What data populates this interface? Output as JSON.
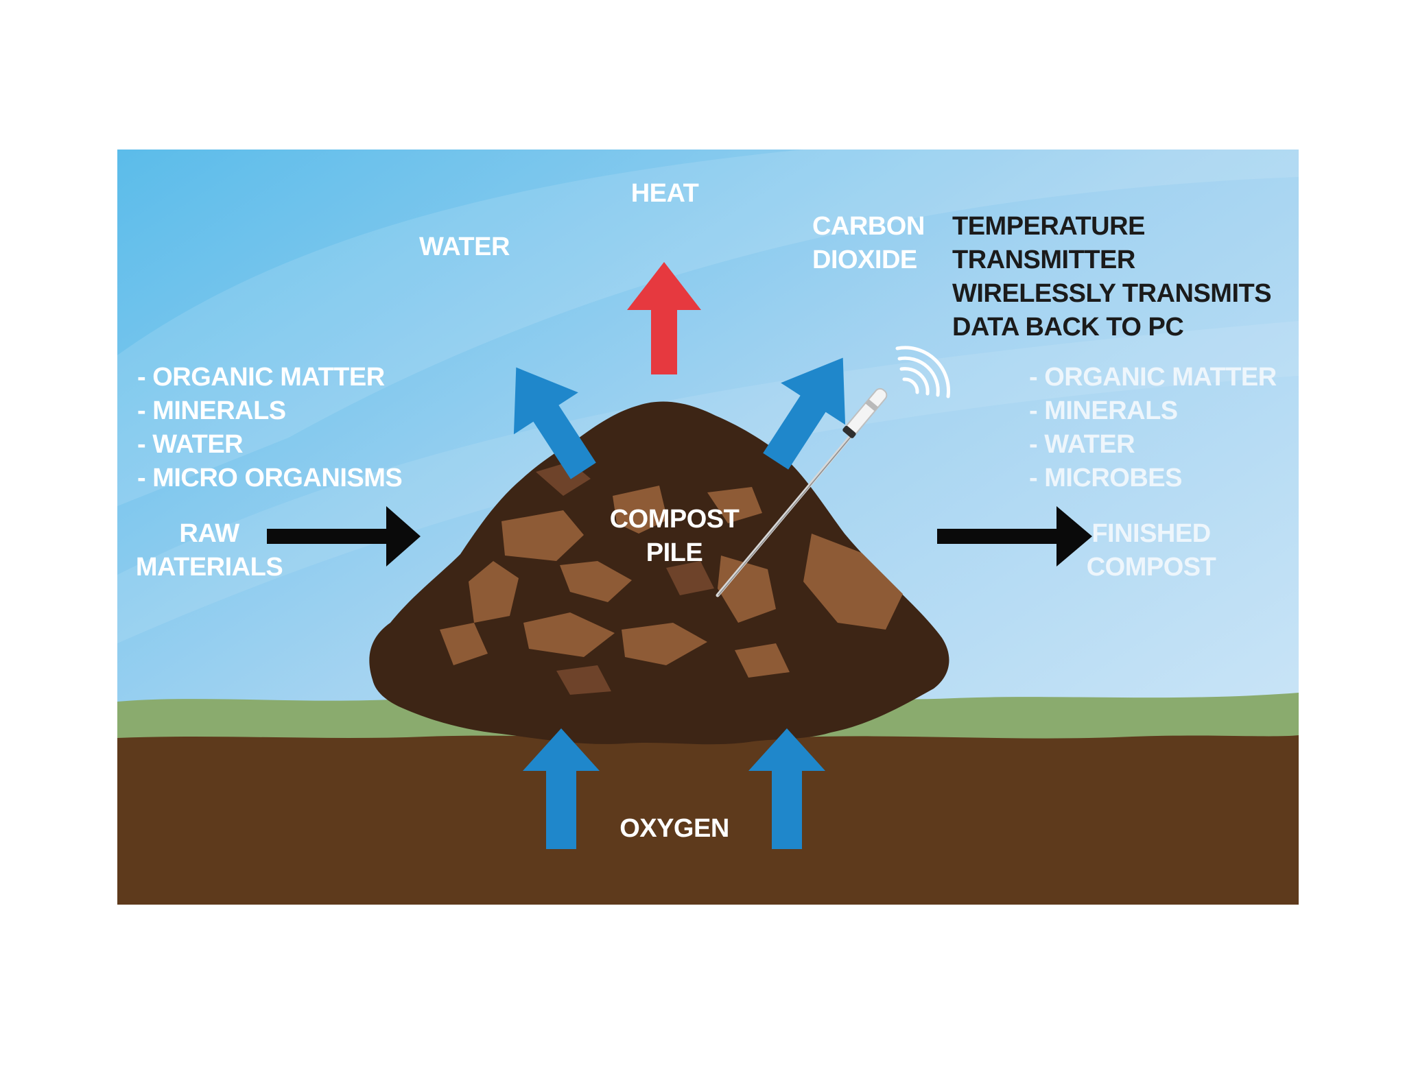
{
  "colors": {
    "sky_top": "#5bbcea",
    "sky_mid": "#a9d6f2",
    "sky_light": "#cfe6f7",
    "grass": "#8aab6e",
    "soil": "#5e3a1c",
    "pile_dark": "#3d2515",
    "pile_light": "#8e5b36",
    "arrow_blue": "#1f87cb",
    "arrow_red": "#e6393f",
    "arrow_black": "#0a0a0a"
  },
  "labels": {
    "heat": "HEAT",
    "water": "WATER",
    "carbon_dioxide": [
      "CARBON",
      "DIOXIDE"
    ],
    "transmitter_note": [
      "TEMPERATURE",
      "TRANSMITTER",
      "WIRELESSLY TRANSMITS",
      "DATA BACK TO PC"
    ],
    "raw_materials": [
      "RAW",
      "MATERIALS"
    ],
    "compost_pile": [
      "COMPOST",
      "PILE"
    ],
    "finished_compost": [
      "FINISHED",
      "COMPOST"
    ],
    "oxygen": "OXYGEN"
  },
  "inputs_list": [
    "- ORGANIC MATTER",
    "- MINERALS",
    "- WATER",
    "- MICRO ORGANISMS"
  ],
  "outputs_list": [
    "- ORGANIC MATTER",
    "- MINERALS",
    "- WATER",
    "- MICROBES"
  ],
  "icons": [
    "wifi-signal-icon",
    "temperature-probe-icon"
  ]
}
